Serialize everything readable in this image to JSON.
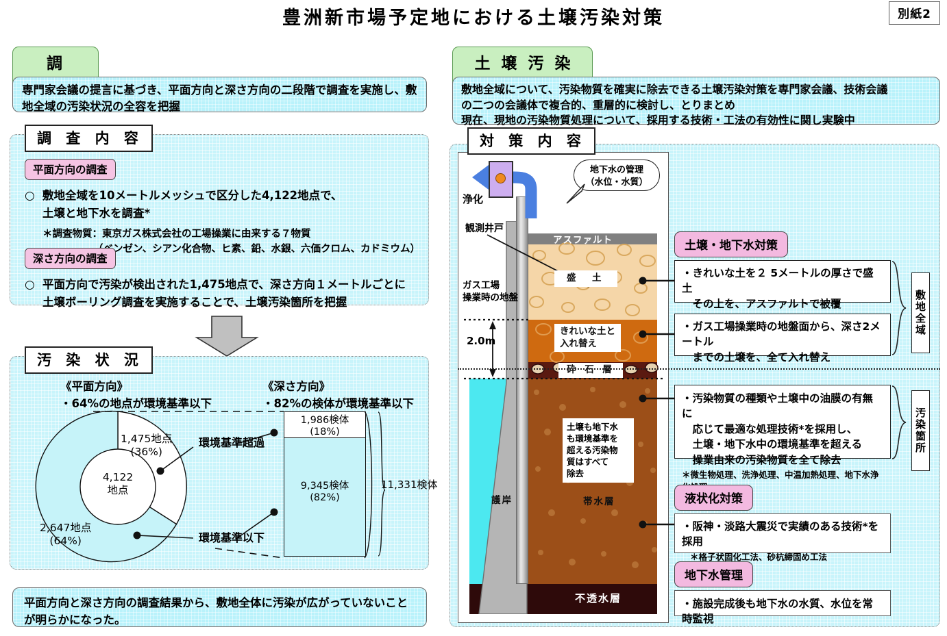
{
  "document": {
    "title": "豊洲新市場予定地における土壌汚染対策",
    "sheet_tag": "別紙2"
  },
  "left": {
    "header": "調　査",
    "summary": "専門家会議の提言に基づき、平面方向と深さ方向の二段階で調査を実施し、敷地全域の汚染状況の全容を把握",
    "content_panel": {
      "label": "調 査 内 容",
      "sub1": {
        "head": "平面方向の調査",
        "bullet": "○",
        "line1": "敷地全域を10メートルメッシュで区分した4,122地点で、",
        "line2": "土壌と地下水を調査*",
        "note1": "＊調査物質：東京ガス株式会社の工場操業に由来する７物質",
        "note2": "（ベンゼン、シアン化合物、ヒ素、鉛、水銀、六価クロム、カドミウム）"
      },
      "sub2": {
        "head": "深さ方向の調査",
        "bullet": "○",
        "line1": "平面方向で汚染が検出された1,475地点で、深さ方向１メートルごとに",
        "line2": "土壌ボーリング調査を実施することで、土壌汚染箇所を把握"
      }
    },
    "status_panel": {
      "label": "汚 染 状 況",
      "left_head_1": "《平面方向》",
      "left_head_2": "・64%の地点が環境基準以下",
      "right_head_1": "《深さ方向》",
      "right_head_2": "・82%の検体が環境基準以下",
      "legend_over": "環境基準超過",
      "legend_under": "環境基準以下"
    },
    "conclusion": "平面方向と深さ方向の調査結果から、敷地全体に汚染が広がっていないことが明らかになった。"
  },
  "chart_data": [
    {
      "type": "pie",
      "title": "《平面方向》",
      "subtitle": "・64%の地点が環境基準以下",
      "center_label_1": "4,122",
      "center_label_2": "地点",
      "unit": "地点",
      "total": 4122,
      "slices": [
        {
          "label": "環境基準超過",
          "value": 1475,
          "percent": 36,
          "text_1": "1,475地点",
          "text_2": "(36%)",
          "color": "#ffffff"
        },
        {
          "label": "環境基準以下",
          "value": 2647,
          "percent": 64,
          "text_1": "2,647地点",
          "text_2": "(64%)",
          "color": "#c6f3f9"
        }
      ]
    },
    {
      "type": "bar",
      "title": "《深さ方向》",
      "subtitle": "・82%の検体が環境基準以下",
      "unit": "検体",
      "total_label": "11,331検体",
      "total": 11331,
      "segments": [
        {
          "label": "環境基準超過",
          "value": 1986,
          "percent": 18,
          "text_1": "1,986検体",
          "text_2": "(18%)",
          "color": "#ffffff"
        },
        {
          "label": "環境基準以下",
          "value": 9345,
          "percent": 82,
          "text_1": "9,345検体",
          "text_2": "(82%)",
          "color": "#c6f3f9"
        }
      ]
    }
  ],
  "right": {
    "header": "土 壌 汚 染 対 策",
    "summary_line1": "敷地全域について、汚染物質を確実に除去できる土壌汚染対策を専門家会議、技術会議",
    "summary_line2": "の二つの会議体で複合的、重層的に検討し、とりまとめ",
    "summary_line3": "現在、現地の汚染物質処理について、採用する技術・工法の有効性に関し実験中",
    "measures_panel": {
      "label": "対 策 内 容"
    },
    "diagram": {
      "purify_label": "浄化",
      "callout_line1": "地下水の管理",
      "callout_line2": "（水位・水質）",
      "well_label": "観測井戸",
      "ground_label_1": "ガス工場",
      "ground_label_2": "操業時の地盤",
      "depth_label": "2.0m",
      "asphalt": "アスファルト",
      "fill_soil": "盛　土",
      "replace_soil_1": "きれいな土と",
      "replace_soil_2": "入れ替え",
      "crushed_stone": "砕 石 層",
      "aquifer": "帯水層",
      "impermeable": "不透水層",
      "revetment": "護岸",
      "removal_note_1": "土壌も地下水",
      "removal_note_2": "も環境基準を",
      "removal_note_3": "超える汚染物",
      "removal_note_4": "質はすべて",
      "removal_note_5": "除去"
    },
    "groups": [
      {
        "tag": "敷地全域"
      },
      {
        "tag": "汚染箇所"
      }
    ],
    "measures": [
      {
        "head": "土壌・地下水対策",
        "items": [
          {
            "lines": [
              "・きれいな土を２ 5メートルの厚さで盛土",
              "　その上を、アスファルトで被覆"
            ],
            "note": ""
          },
          {
            "lines": [
              "・ガス工場操業時の地盤面から、深さ2メートル",
              "　までの土壌を、全て入れ替え"
            ],
            "note": ""
          },
          {
            "lines": [
              "・汚染物質の種類や土壌中の油膜の有無に",
              "　応じて最適な処理技術*を採用し、",
              "　土壌・地下水中の環境基準を超える",
              "　操業由来の汚染物質を全て除去"
            ],
            "note": "＊微生物処理、洗浄処理、中温加熱処理、地下水浄化処理"
          }
        ]
      },
      {
        "head": "液状化対策",
        "items": [
          {
            "lines": [
              "・阪神・淡路大震災で実績のある技術*を採用"
            ],
            "note": "＊格子状固化工法、砂杭締固め工法"
          }
        ]
      },
      {
        "head": "地下水管理",
        "items": [
          {
            "lines": [
              "・施設完成後も地下水の水質、水位を常時監視"
            ],
            "note": ""
          }
        ]
      }
    ]
  },
  "colors": {
    "panel_cyan": "#c8f4fb",
    "header_green": "#c9efc0",
    "pink": "#f3b9e0",
    "chart_cyan": "#c6f3f9",
    "asphalt": "#808080",
    "fill_soil": "#f5d6a8",
    "replace_soil": "#cf6a10",
    "aquifer": "#9c4f18",
    "impermeable": "#2e0a0a",
    "water": "#4ce8f0",
    "pipe": "#b9b9b9"
  }
}
